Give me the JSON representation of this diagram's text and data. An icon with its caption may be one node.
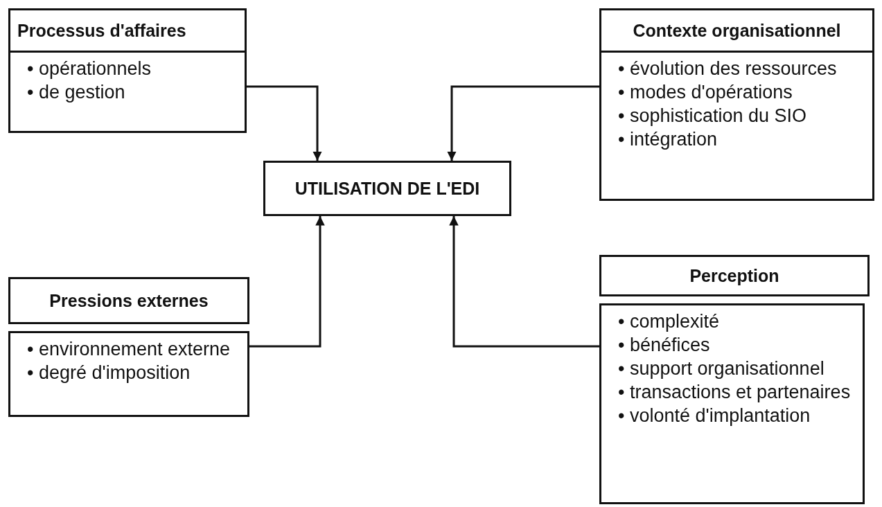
{
  "diagram": {
    "nodes": [
      {
        "text": [
          "Processus d'affaires",
          "• opérationnels",
          "• de gestion"
        ]
      },
      {
        "text": [
          "Contexte organisationnel",
          "• évolution des ressources",
          "• modes d'opérations",
          "• sophistication du SIO",
          "• intégration"
        ]
      },
      {
        "text": [
          "UTILISATION DE L'EDI"
        ]
      },
      {
        "text": [
          "Pressions externes"
        ]
      },
      {
        "text": [
          "• environnement externe",
          "• degré d'imposition"
        ]
      },
      {
        "text": [
          "Perception"
        ]
      },
      {
        "text": [
          "• complexité",
          "• bénéfices",
          "• support organisationnel",
          "• transactions et partenaires",
          "• volonté d'implantation"
        ]
      }
    ],
    "edges": [
      {
        "from": 0,
        "to": 2,
        "arrow": "to"
      },
      {
        "from": 1,
        "to": 2,
        "arrow": "to"
      },
      {
        "from": 4,
        "to": 2,
        "arrow": "to"
      },
      {
        "from": 6,
        "to": 2,
        "arrow": "to"
      }
    ]
  }
}
